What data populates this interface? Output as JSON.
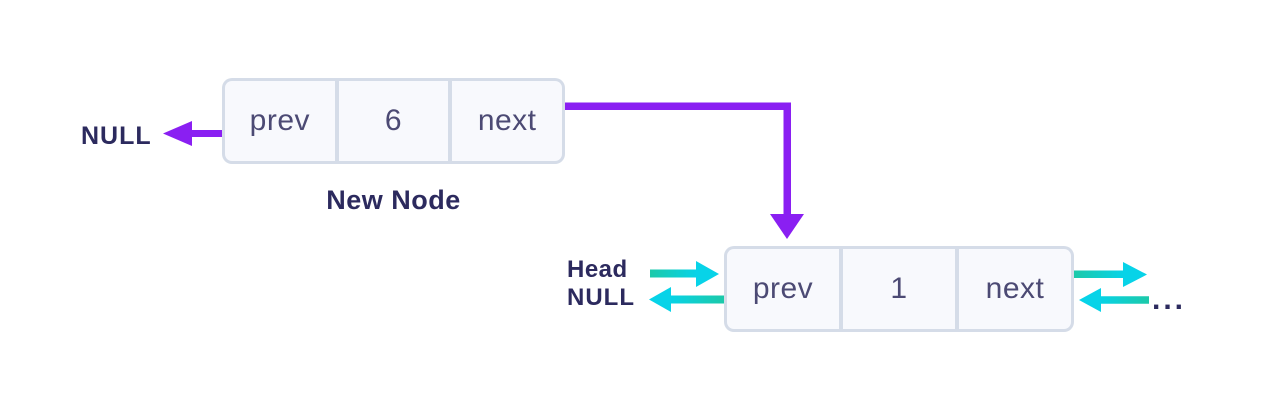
{
  "colors": {
    "background": "#ffffff",
    "purple_arrow": "#8a1ff2",
    "teal_arrow_tail": "#1cc9a9",
    "teal_arrow_head": "#07d3e8",
    "node_fill": "#f8f9fd",
    "node_border": "#d5dce8",
    "cell_text": "#4c4a74",
    "label_text": "#2c2a5e"
  },
  "new_node": {
    "cells": [
      "prev",
      "6",
      "next"
    ],
    "caption": "New Node",
    "null_label": "NULL"
  },
  "head_node": {
    "cells": [
      "prev",
      "1",
      "next"
    ],
    "head_label": "Head",
    "null_label": "NULL",
    "ellipsis": "..."
  }
}
